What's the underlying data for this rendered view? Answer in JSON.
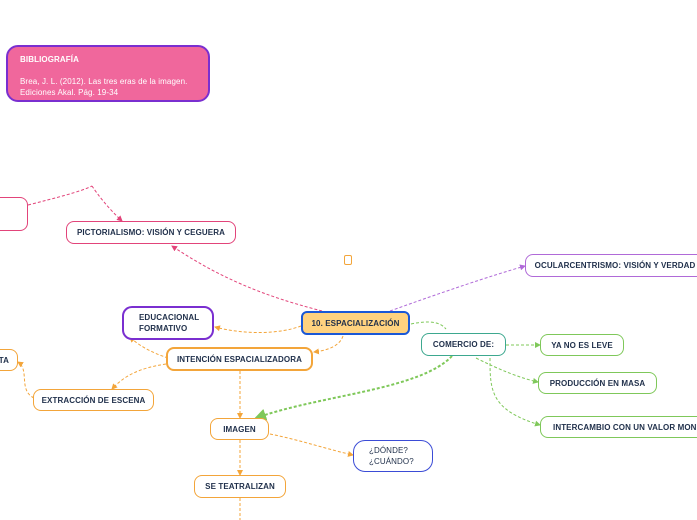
{
  "bibliography": {
    "title": "BIBLIOGRAFÍA",
    "line1": "Brea, J. L. (2012). Las tres eras de la imagen.",
    "line2": "Ediciones Akal. Pág. 19-34"
  },
  "nodes": {
    "main": "10. ESPACIALIZACIÓN",
    "pictorialismo": "PICTORIALISMO: VISIÓN Y CEGUERA",
    "ocularcentrismo": "OCULARCENTRISMO: VISIÓN Y VERDAD",
    "educacional": "EDUCACIONAL\nFORMATIVO",
    "intencion": "INTENCIÓN ESPACIALIZADORA",
    "comercio": "COMERCIO DE:",
    "ya_no_es_leve": "YA NO ES LEVE",
    "produccion": "PRODUCCIÓN EN MASA",
    "intercambio": "INTERCAMBIO CON UN VALOR MONE",
    "extraccion": "EXTRACCIÓN DE ESCENA",
    "ta": "TA",
    "imagen": "IMAGEN",
    "donde": "¿DÓNDE?\n¿CUÁNDO?",
    "teatralizan": "SE TEATRALIZAN"
  }
}
